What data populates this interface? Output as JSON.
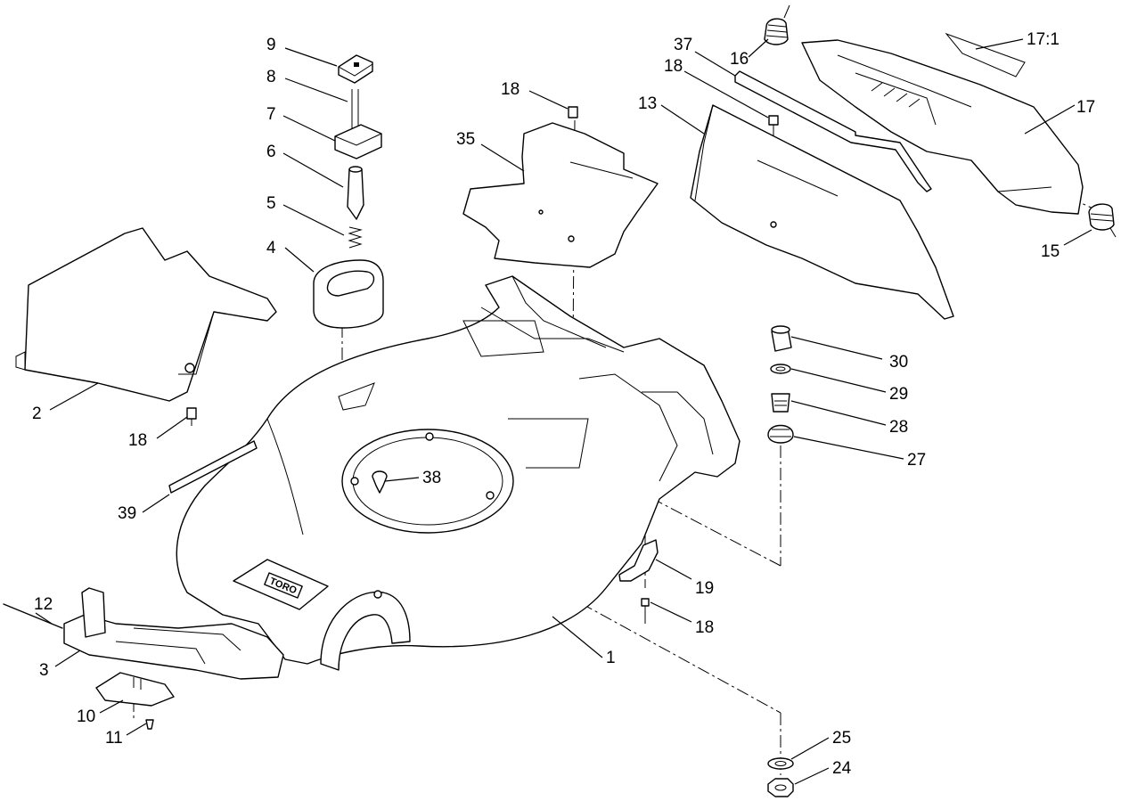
{
  "diagram": {
    "logo_text": "TORO",
    "callouts": [
      {
        "id": "c9",
        "label": "9"
      },
      {
        "id": "c8",
        "label": "8"
      },
      {
        "id": "c7",
        "label": "7"
      },
      {
        "id": "c6",
        "label": "6"
      },
      {
        "id": "c5",
        "label": "5"
      },
      {
        "id": "c4",
        "label": "4"
      },
      {
        "id": "c2",
        "label": "2"
      },
      {
        "id": "c18a",
        "label": "18"
      },
      {
        "id": "c39",
        "label": "39"
      },
      {
        "id": "c12",
        "label": "12"
      },
      {
        "id": "c3",
        "label": "3"
      },
      {
        "id": "c10",
        "label": "10"
      },
      {
        "id": "c11",
        "label": "11"
      },
      {
        "id": "c18b",
        "label": "18"
      },
      {
        "id": "c35",
        "label": "35"
      },
      {
        "id": "c38",
        "label": "38"
      },
      {
        "id": "c1",
        "label": "1"
      },
      {
        "id": "c37",
        "label": "37"
      },
      {
        "id": "c18c",
        "label": "18"
      },
      {
        "id": "c13",
        "label": "13"
      },
      {
        "id": "c16",
        "label": "16"
      },
      {
        "id": "c17_1",
        "label": "17:1"
      },
      {
        "id": "c17",
        "label": "17"
      },
      {
        "id": "c15",
        "label": "15"
      },
      {
        "id": "c30",
        "label": "30"
      },
      {
        "id": "c29",
        "label": "29"
      },
      {
        "id": "c28",
        "label": "28"
      },
      {
        "id": "c27",
        "label": "27"
      },
      {
        "id": "c19",
        "label": "19"
      },
      {
        "id": "c18d",
        "label": "18"
      },
      {
        "id": "c25",
        "label": "25"
      },
      {
        "id": "c24",
        "label": "24"
      }
    ]
  }
}
